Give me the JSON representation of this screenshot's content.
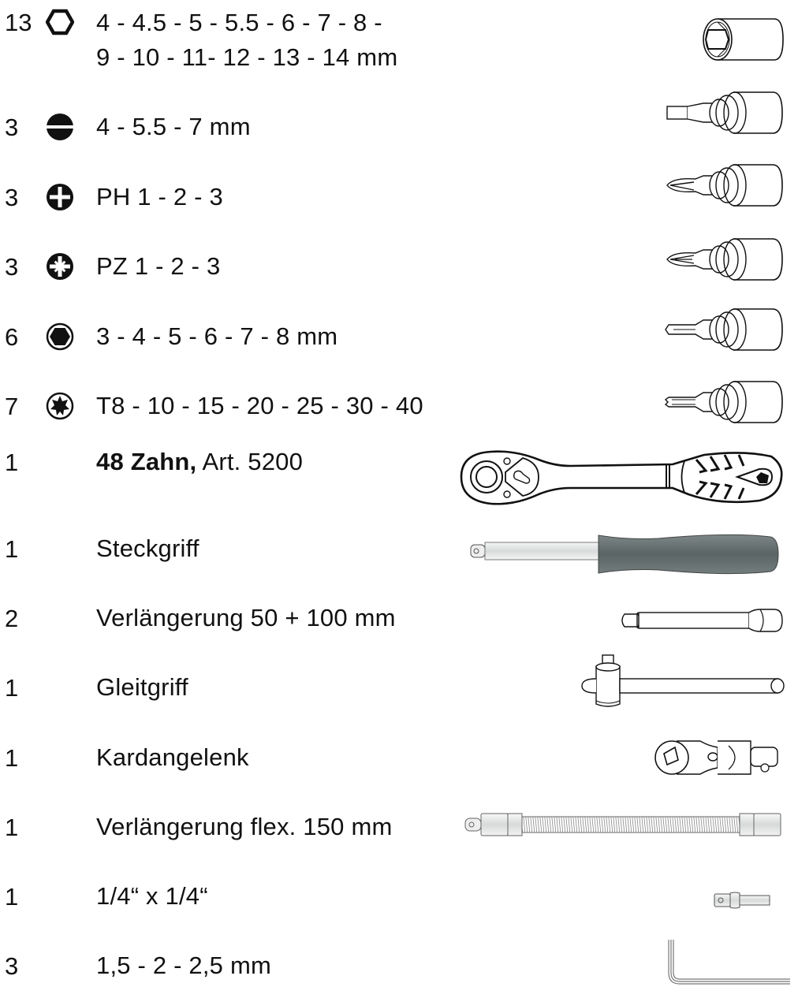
{
  "items": [
    {
      "qty": "13",
      "symbol": "hex-socket-icon",
      "line1": "4 - 4.5 - 5 - 5.5 - 6 - 7 - 8 -",
      "line2": "9 - 10 - 11- 12 - 13 - 14 mm",
      "illustration": "socket"
    },
    {
      "qty": "3",
      "symbol": "slotted-icon",
      "text": "4 - 5.5 - 7 mm",
      "illustration": "slotted-bit-socket"
    },
    {
      "qty": "3",
      "symbol": "phillips-icon",
      "text": "PH 1 - 2 - 3",
      "illustration": "phillips-bit-socket"
    },
    {
      "qty": "3",
      "symbol": "pozidriv-icon",
      "text": "PZ 1 - 2 - 3",
      "illustration": "pozidriv-bit-socket"
    },
    {
      "qty": "6",
      "symbol": "hex-key-icon",
      "text": "3 - 4 - 5 - 6 - 7 - 8 mm",
      "illustration": "hex-bit-socket"
    },
    {
      "qty": "7",
      "symbol": "torx-icon",
      "text": "T8 - 10 - 15 - 20 - 25 - 30 - 40",
      "illustration": "torx-bit-socket"
    },
    {
      "qty": "1",
      "bold": "48 Zahn,",
      "text": " Art. 5200",
      "illustration": "ratchet"
    },
    {
      "qty": "1",
      "text": "Steckgriff",
      "illustration": "spinner-handle"
    },
    {
      "qty": "2",
      "text": "Verlängerung 50 + 100 mm",
      "illustration": "extension-bar"
    },
    {
      "qty": "1",
      "text": "Gleitgriff",
      "illustration": "sliding-t-handle"
    },
    {
      "qty": "1",
      "text": "Kardangelenk",
      "illustration": "universal-joint"
    },
    {
      "qty": "1",
      "text": "Verlängerung flex. 150 mm",
      "illustration": "flexible-extension"
    },
    {
      "qty": "1",
      "text": "1/4“ x 1/4“",
      "illustration": "adapter"
    },
    {
      "qty": "3",
      "text": "1,5 - 2 - 2,5 mm",
      "illustration": "allen-key"
    }
  ],
  "colors": {
    "ink": "#111111",
    "handle": "#5f6a6a",
    "metal": "#e6e8e8"
  }
}
